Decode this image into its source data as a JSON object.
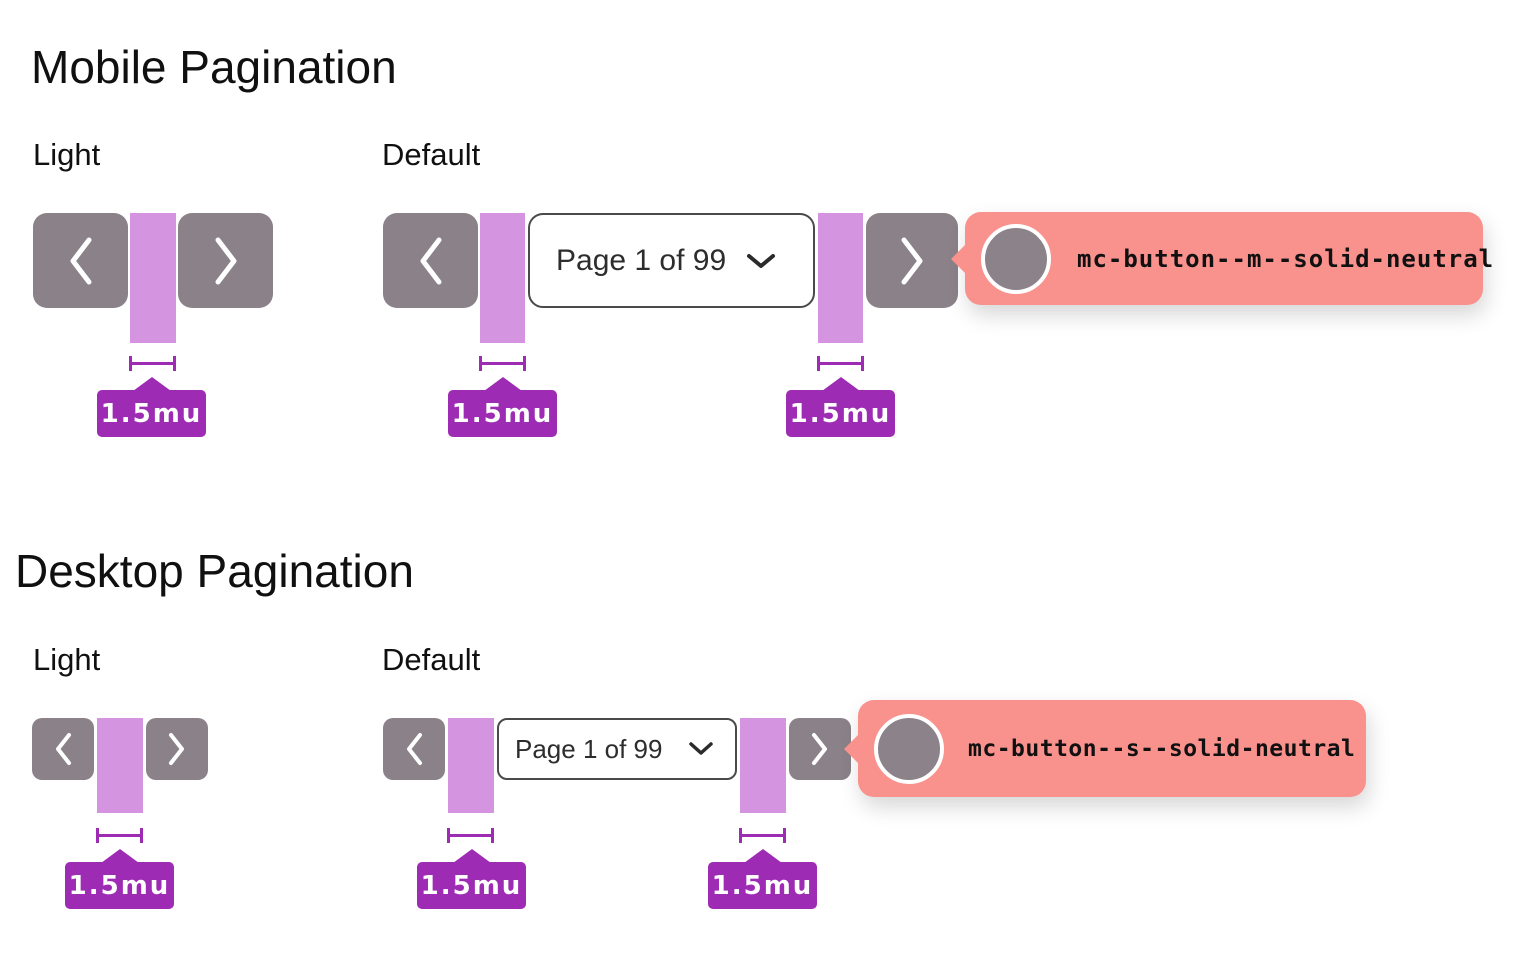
{
  "sections": {
    "mobile": {
      "title": "Mobile Pagination",
      "variants": {
        "light": "Light",
        "default": "Default"
      },
      "callout": {
        "label": "mc-button--m--solid-neutral"
      }
    },
    "desktop": {
      "title": "Desktop Pagination",
      "variants": {
        "light": "Light",
        "default": "Default"
      },
      "callout": {
        "label": "mc-button--s--solid-neutral"
      }
    }
  },
  "pagination": {
    "page_select_value": "Page 1 of 99",
    "prev_icon": "chevron-left",
    "next_icon": "chevron-right",
    "select_icon": "chevron-down"
  },
  "measurement": {
    "label": "1.5mu"
  },
  "colors": {
    "button_neutral_gray": "#8a8288",
    "spacing_highlight_purple": "#d494e0",
    "measurement_purple": "#9e2bb3",
    "callout_salmon": "#f9918d",
    "select_border_gray": "#4a4a4a",
    "text_black": "#111111"
  }
}
